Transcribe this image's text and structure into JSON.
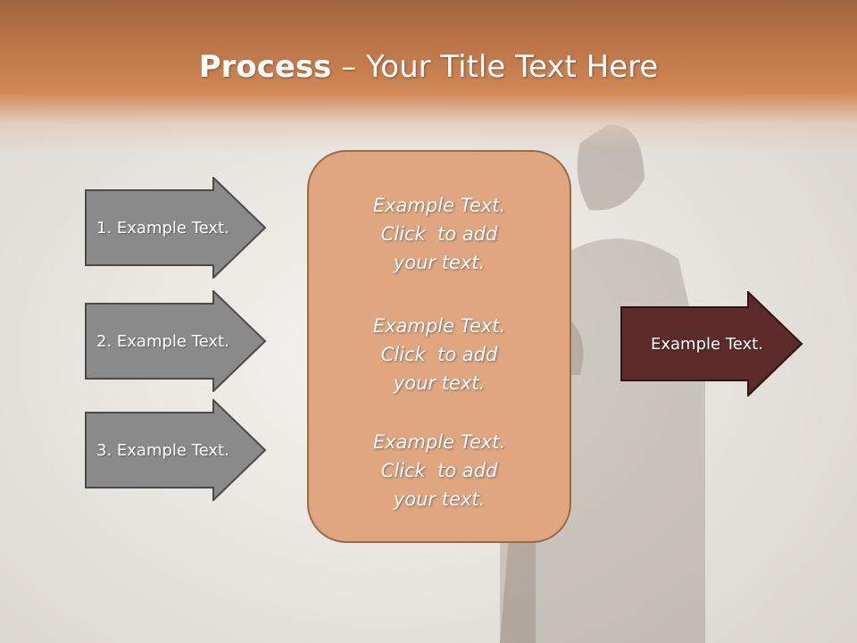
{
  "slide": {
    "title_bold": "Process",
    "title_rest": " – Your Title Text Here"
  },
  "left_arrows": [
    {
      "label": "1. Example Text."
    },
    {
      "label": "2. Example Text."
    },
    {
      "label": "3. Example Text."
    }
  ],
  "center_box": {
    "blocks": [
      {
        "lines": [
          "Example Text.",
          "Click  to add",
          "your text."
        ]
      },
      {
        "lines": [
          "Example Text.",
          "Click  to add",
          "your text."
        ]
      },
      {
        "lines": [
          "Example Text.",
          "Click  to add",
          "your text."
        ]
      }
    ]
  },
  "right_arrow": {
    "label": "Example Text."
  },
  "colors": {
    "header": "#c47a4a",
    "left_arrow_fill": "#8a8a8a",
    "center_box_fill": "#dfa680",
    "right_arrow_fill": "#5e2b2b"
  }
}
